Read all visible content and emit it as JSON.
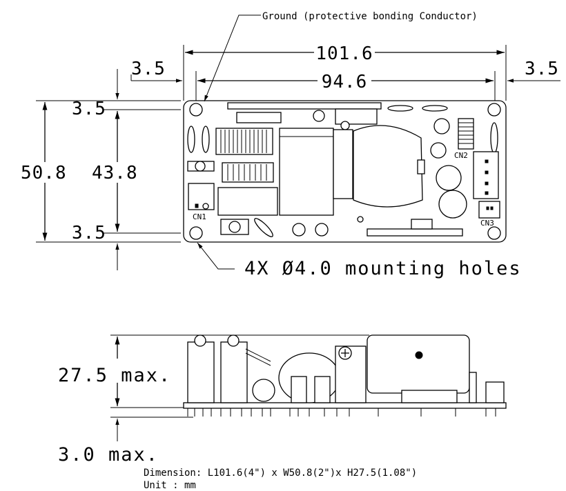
{
  "annotations": {
    "ground_note": "Ground (protective bonding Conductor)",
    "mounting_holes": "4X  Ø4.0  mounting  holes",
    "dimension_summary": "Dimension: L101.6(4\") x W50.8(2\")x H27.5(1.08\")",
    "unit": "Unit : mm"
  },
  "top_view": {
    "overall_length": "101.6",
    "hole_span_length": "94.6",
    "left_offset": "3.5",
    "right_offset": "3.5",
    "overall_width": "50.8",
    "hole_span_width": "43.8",
    "top_offset": "3.5",
    "bottom_offset": "3.5",
    "connectors": [
      "CN1",
      "CN2",
      "CN3"
    ]
  },
  "side_view": {
    "height": "27.5  max.",
    "pin_length": "3.0  max."
  }
}
